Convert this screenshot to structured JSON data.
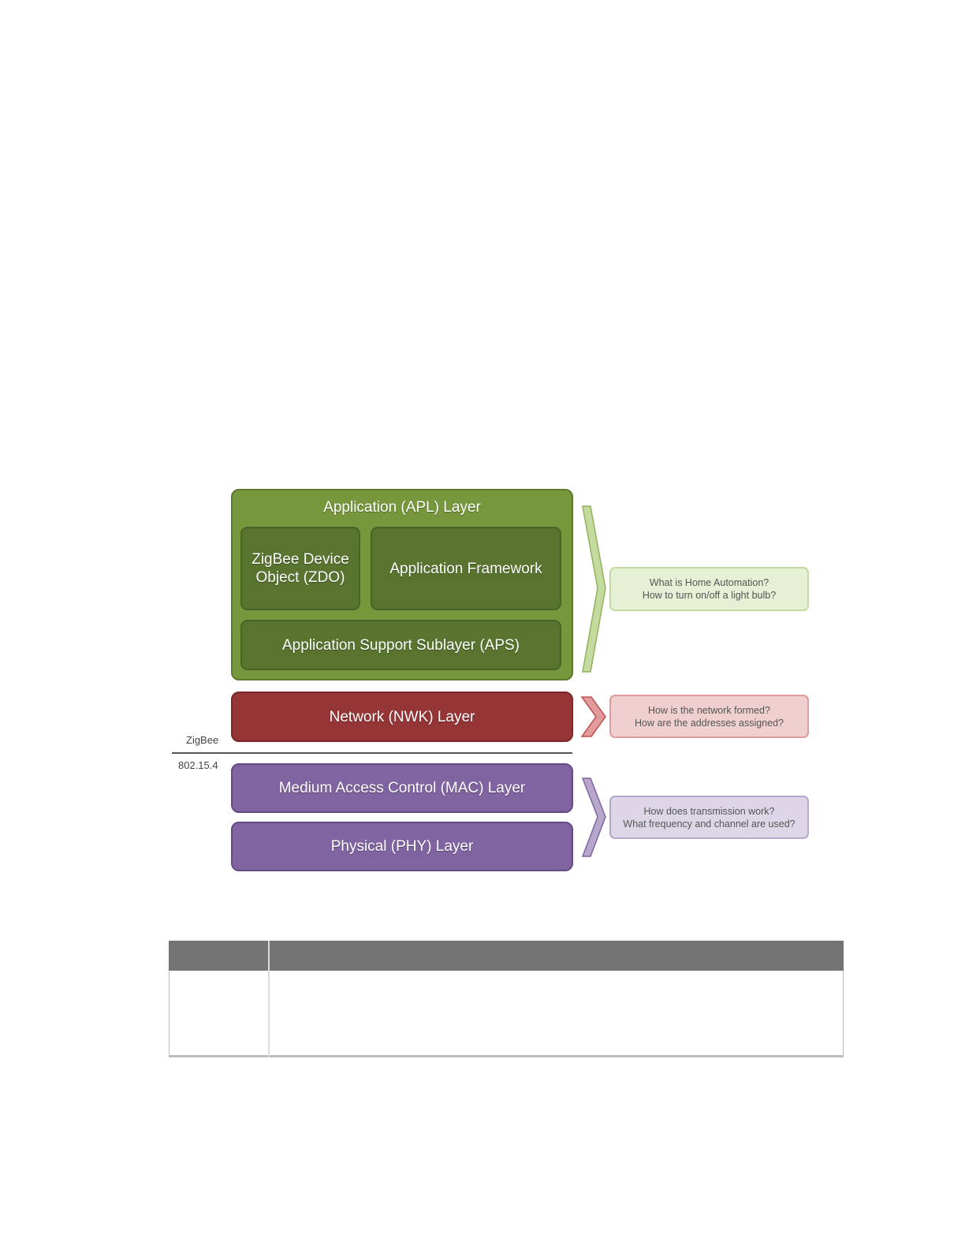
{
  "layers": {
    "apl": "Application (APL) Layer",
    "zdo_line1": "ZigBee Device",
    "zdo_line2": "Object (ZDO)",
    "apf": "Application Framework",
    "aps": "Application Support Sublayer (APS)",
    "nwk": "Network (NWK) Layer",
    "mac": "Medium Access Control (MAC) Layer",
    "phy": "Physical (PHY) Layer"
  },
  "stack_labels": {
    "upper": "ZigBee",
    "lower": "802.15.4"
  },
  "questions": {
    "app": [
      "What is Home Automation?",
      "How to turn on/off a light bulb?"
    ],
    "nwk": [
      "How is the network formed?",
      "How are the addresses assigned?"
    ],
    "mac": [
      "How does transmission work?",
      "What frequency and channel are used?"
    ]
  },
  "colors": {
    "apl": "#77973d",
    "apl_inner": "#59742f",
    "nwk": "#953536",
    "mac_phy": "#8064a2",
    "table_header": "#737373"
  }
}
